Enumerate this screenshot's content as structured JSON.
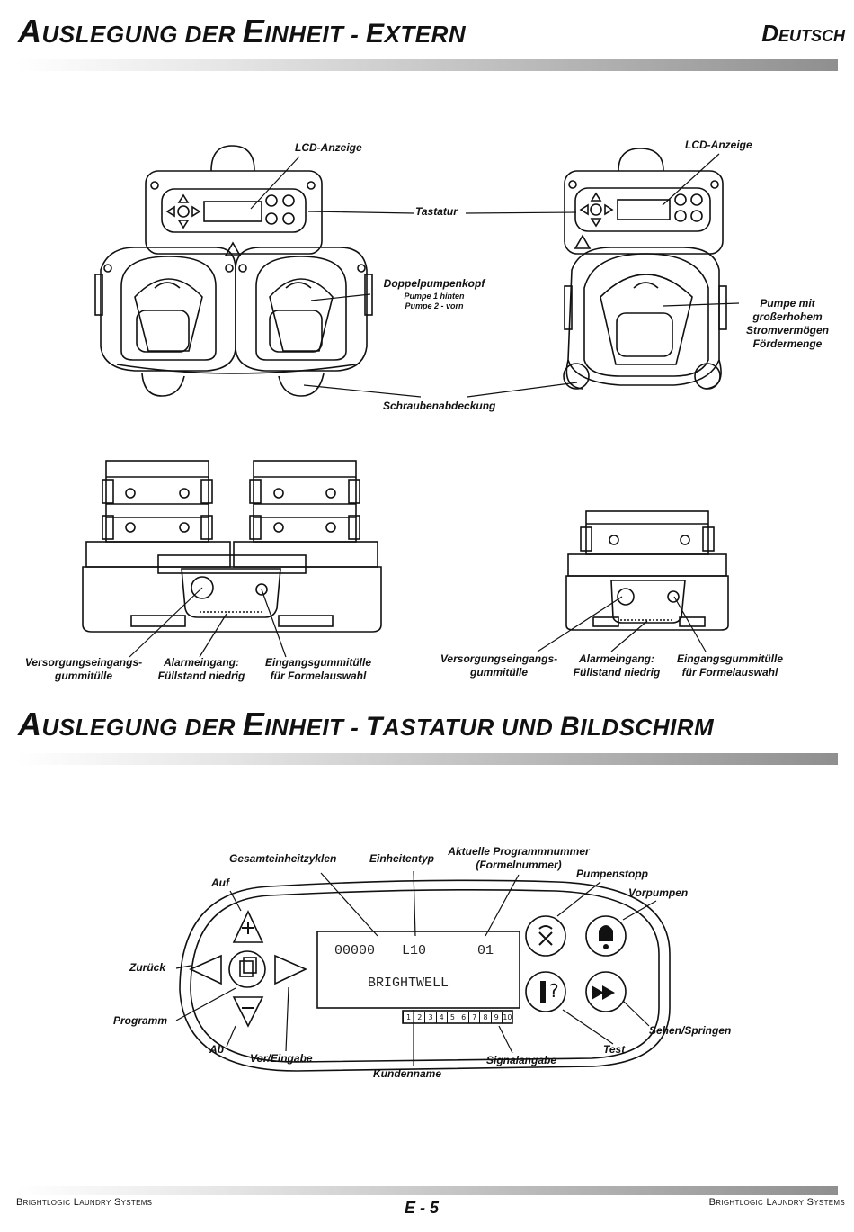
{
  "header": {
    "title1_a": "A",
    "title1_b": "USLEGUNG DER ",
    "title1_c": "E",
    "title1_d": "INHEIT - ",
    "title1_e": "E",
    "title1_f": "XTERN",
    "language": "Deutsch",
    "title2_a": "A",
    "title2_b": "USLEGUNG DER ",
    "title2_c": "E",
    "title2_d": "INHEIT - ",
    "title2_e": "T",
    "title2_f": "ASTATUR UND ",
    "title2_g": "B",
    "title2_h": "ILDSCHIRM"
  },
  "external": {
    "lcd_left": "LCD-Anzeige",
    "lcd_right": "LCD-Anzeige",
    "keypad": "Tastatur",
    "double_head": "Doppelpumpenkopf",
    "pump1": "Pumpe 1  hinten",
    "pump2": "Pumpe 2 - vorn",
    "high_flow": [
      "Pumpe mit",
      "großerhohem",
      "Stromvermögen",
      "Fördermenge"
    ],
    "screw_cover": "Schraubenabdeckung",
    "bottom_left": {
      "supply": [
        "Versorgungseingangs-",
        "gummitülle"
      ],
      "alarm": [
        "Alarmeingang:",
        "Füllstand niedrig"
      ],
      "input": [
        "Eingangsgummitülle",
        "für Formelauswahl"
      ]
    },
    "bottom_right": {
      "supply": [
        "Versorgungseingangs-",
        "gummitülle"
      ],
      "alarm": [
        "Alarmeingang:",
        "Füllstand niedrig"
      ],
      "input": [
        "Eingangsgummitülle",
        "für Formelauswahl"
      ]
    }
  },
  "keypad": {
    "total_cycles": "Gesamteinheitzyklen",
    "unit_type": "Einheitentyp",
    "program_number": [
      "Aktuelle Programmnummer",
      "(Formelnummer)"
    ],
    "pump_stop": "Pumpenstopp",
    "prime": "Vorpumpen",
    "up": "Auf",
    "back": "Zurück",
    "program": "Programm",
    "down": "Ab",
    "forward": "Vor/Eingabe",
    "customer": "Kundenname",
    "signal": "Signalangabe",
    "test": "Test",
    "view_skip": "Sehen/Springen",
    "lcd_line1_a": "00000",
    "lcd_line1_b": "L10",
    "lcd_line1_c": "01",
    "lcd_line2": "BRIGHTWELL",
    "signal_scale": [
      "1",
      "2",
      "3",
      "4",
      "5",
      "6",
      "7",
      "8",
      "9",
      "10"
    ]
  },
  "footer": {
    "left": "Brightlogic Laundry Systems",
    "page": "E - 5",
    "right": "Brightlogic Laundry Systems"
  }
}
